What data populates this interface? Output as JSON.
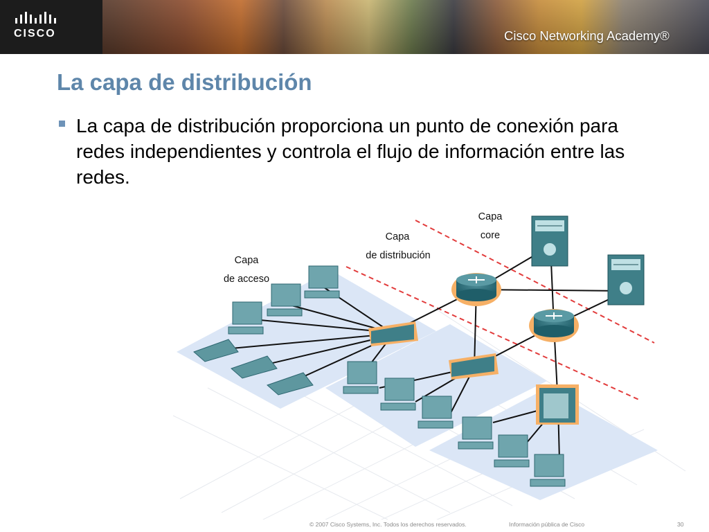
{
  "header": {
    "logo_text": "CISCO",
    "academy_title": "Cisco Networking Academy®"
  },
  "slide": {
    "title": "La capa de distribución",
    "bullet": "La capa de distribución proporciona un punto de conexión para redes independientes y controla el flujo de información entre las redes."
  },
  "diagram": {
    "labels": {
      "core_line1": "Capa",
      "core_line2": "core",
      "distribution_line1": "Capa",
      "distribution_line2": "de distribución",
      "access_line1": "Capa",
      "access_line2": "de acceso"
    }
  },
  "footer": {
    "copyright": "© 2007 Cisco Systems, Inc. Todos los derechos reservados.",
    "classification": "Información pública de Cisco",
    "page_number": "30"
  }
}
